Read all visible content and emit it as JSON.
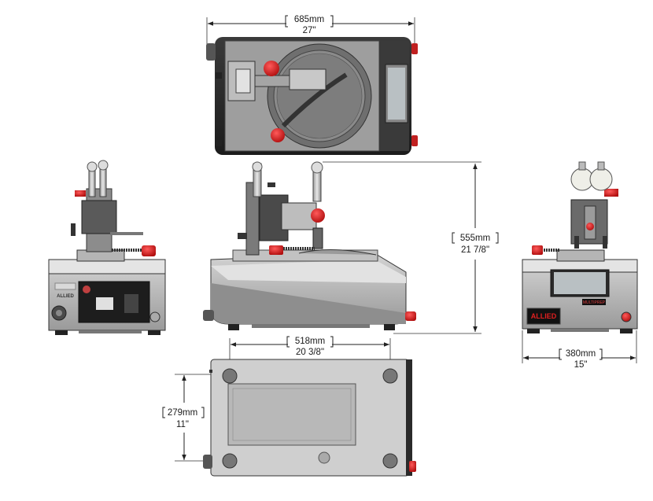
{
  "dimensions": {
    "top_width": {
      "metric": "685mm",
      "imperial": "27\""
    },
    "height": {
      "metric": "555mm",
      "imperial": "21 7/8\""
    },
    "footprint_width": {
      "metric": "518mm",
      "imperial": "20 3/8\""
    },
    "front_width": {
      "metric": "380mm",
      "imperial": "15\""
    },
    "footprint_depth": {
      "metric": "279mm",
      "imperial": "11\""
    }
  },
  "views": {
    "front_logo_text": "ALLIED",
    "front_sublabel": "MULTIPREP"
  },
  "colors": {
    "machine_dark": "#2b2b2b",
    "machine_mid": "#8a8a8a",
    "machine_light": "#c8c8c8",
    "accent_red": "#d01818",
    "screen": "#9aa3a8"
  }
}
